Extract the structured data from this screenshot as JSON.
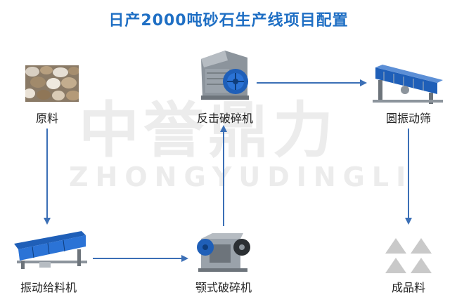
{
  "title": "日产2000吨砂石生产线项目配置",
  "watermark": {
    "cn": "中誉鼎力",
    "en": "ZHONGYUDINGLI"
  },
  "nodes": [
    {
      "id": "raw",
      "label": "原料",
      "icon": "gravel-pile-icon"
    },
    {
      "id": "impact",
      "label": "反击破碎机",
      "icon": "impact-crusher-icon"
    },
    {
      "id": "screen",
      "label": "圆振动筛",
      "icon": "vibrating-screen-icon"
    },
    {
      "id": "feeder",
      "label": "振动给料机",
      "icon": "vibrating-feeder-icon"
    },
    {
      "id": "jaw",
      "label": "颚式破碎机",
      "icon": "jaw-crusher-icon"
    },
    {
      "id": "product",
      "label": "成品料",
      "icon": "stockpile-triangles-icon"
    }
  ],
  "edges": [
    {
      "from": "raw",
      "to": "feeder"
    },
    {
      "from": "feeder",
      "to": "jaw"
    },
    {
      "from": "jaw",
      "to": "impact"
    },
    {
      "from": "impact",
      "to": "screen"
    },
    {
      "from": "screen",
      "to": "product"
    }
  ],
  "colors": {
    "title": "#1f6fc4",
    "arrow": "#3b6fb6",
    "machine_blue": "#1f5fb8",
    "watermark": "#ececec"
  }
}
